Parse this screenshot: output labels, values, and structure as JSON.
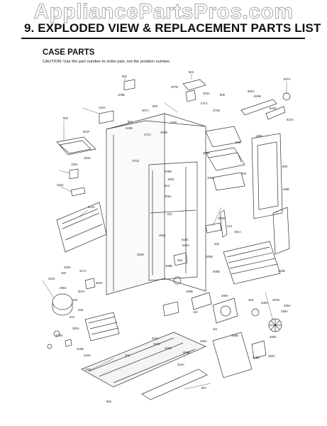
{
  "watermark": "AppliancePartsPros.com",
  "heading": "9. EXPLODED VIEW & REPLACEMENT PARTS LIST",
  "section": "CASE PARTS",
  "caution": "CAUTION: Use the part number to order part, not the position number.",
  "part_labels": [
    {
      "id": "501",
      "text": "501"
    },
    {
      "id": "503",
      "text": "503"
    },
    {
      "id": "607A",
      "text": "607A"
    },
    {
      "id": "103B",
      "text": "103B"
    },
    {
      "id": "207B",
      "text": "207B"
    },
    {
      "id": "620A",
      "text": "620A"
    },
    {
      "id": "624B",
      "text": "624B"
    },
    {
      "id": "624C",
      "text": "624C"
    },
    {
      "id": "624A",
      "text": "624A"
    },
    {
      "id": "402A",
      "text": "402A"
    },
    {
      "id": "271A",
      "text": "271A"
    },
    {
      "id": "271B",
      "text": "271B"
    },
    {
      "id": "800",
      "text": "800"
    },
    {
      "id": "102A",
      "text": "102A"
    },
    {
      "id": "501F",
      "text": "501F"
    },
    {
      "id": "502",
      "text": "502"
    },
    {
      "id": "103C",
      "text": "103C"
    },
    {
      "id": "207A",
      "text": "207A"
    },
    {
      "id": "500",
      "text": "500"
    },
    {
      "id": "801",
      "text": "801"
    },
    {
      "id": "410B",
      "text": "410B"
    },
    {
      "id": "271C",
      "text": "271C"
    },
    {
      "id": "402B",
      "text": "402B"
    },
    {
      "id": "410C",
      "text": "410C"
    },
    {
      "id": "130B",
      "text": "130B"
    },
    {
      "id": "520",
      "text": "520"
    },
    {
      "id": "405A",
      "text": "405A"
    },
    {
      "id": "105A",
      "text": "105A"
    },
    {
      "id": "271D",
      "text": "271D"
    },
    {
      "id": "103A",
      "text": "103A"
    },
    {
      "id": "405B",
      "text": "405B"
    },
    {
      "id": "106A",
      "text": "106A"
    },
    {
      "id": "145B",
      "text": "145B"
    },
    {
      "id": "410A",
      "text": "410A"
    },
    {
      "id": "600",
      "text": "600"
    },
    {
      "id": "305A",
      "text": "305A"
    },
    {
      "id": "240",
      "text": "240"
    },
    {
      "id": "812",
      "text": "812"
    },
    {
      "id": "611",
      "text": "611"
    },
    {
      "id": "313A",
      "text": "313A"
    },
    {
      "id": "280D",
      "text": "280D"
    },
    {
      "id": "314",
      "text": "314"
    },
    {
      "id": "406A",
      "text": "406A"
    },
    {
      "id": "301A",
      "text": "301A"
    },
    {
      "id": "618C",
      "text": "618C"
    },
    {
      "id": "263H",
      "text": "263H"
    },
    {
      "id": "618A",
      "text": "618A"
    },
    {
      "id": "610",
      "text": "610"
    },
    {
      "id": "408B",
      "text": "408B"
    },
    {
      "id": "332",
      "text": "332"
    },
    {
      "id": "260B",
      "text": "260B"
    },
    {
      "id": "406B",
      "text": "406B"
    },
    {
      "id": "310B",
      "text": "310B"
    },
    {
      "id": "319A",
      "text": "319A"
    },
    {
      "id": "317A",
      "text": "317A"
    },
    {
      "id": "318",
      "text": "318"
    },
    {
      "id": "304A",
      "text": "304A"
    },
    {
      "id": "316A",
      "text": "316A"
    },
    {
      "id": "308A",
      "text": "308A"
    },
    {
      "id": "307A",
      "text": "307A"
    },
    {
      "id": "330",
      "text": "330"
    },
    {
      "id": "329",
      "text": "329"
    },
    {
      "id": "312",
      "text": "312"
    },
    {
      "id": "106B",
      "text": "106B"
    },
    {
      "id": "110",
      "text": "110"
    },
    {
      "id": "403",
      "text": "403"
    },
    {
      "id": "405C",
      "text": "405C"
    },
    {
      "id": "326A",
      "text": "326A"
    },
    {
      "id": "409A",
      "text": "409A"
    },
    {
      "id": "307B",
      "text": "307B"
    },
    {
      "id": "329A",
      "text": "329A"
    },
    {
      "id": "411",
      "text": "411"
    },
    {
      "id": "320A",
      "text": "320A"
    },
    {
      "id": "327B",
      "text": "327B"
    },
    {
      "id": "305B",
      "text": "305B"
    },
    {
      "id": "310A",
      "text": "310A"
    },
    {
      "id": "310C",
      "text": "310C"
    },
    {
      "id": "310D",
      "text": "310D"
    },
    {
      "id": "402C",
      "text": "402C"
    },
    {
      "id": "409B",
      "text": "409B"
    },
    {
      "id": "315A",
      "text": "315A"
    },
    {
      "id": "329C",
      "text": "329C"
    },
    {
      "id": "315B",
      "text": "315B"
    },
    {
      "id": "319B",
      "text": "319B"
    },
    {
      "id": "807",
      "text": "807"
    },
    {
      "id": "804",
      "text": "804"
    },
    {
      "id": "332C",
      "text": "332C"
    },
    {
      "id": "319C",
      "text": "319C"
    },
    {
      "id": "104",
      "text": "104"
    },
    {
      "id": "103A2",
      "text": "103A"
    }
  ]
}
